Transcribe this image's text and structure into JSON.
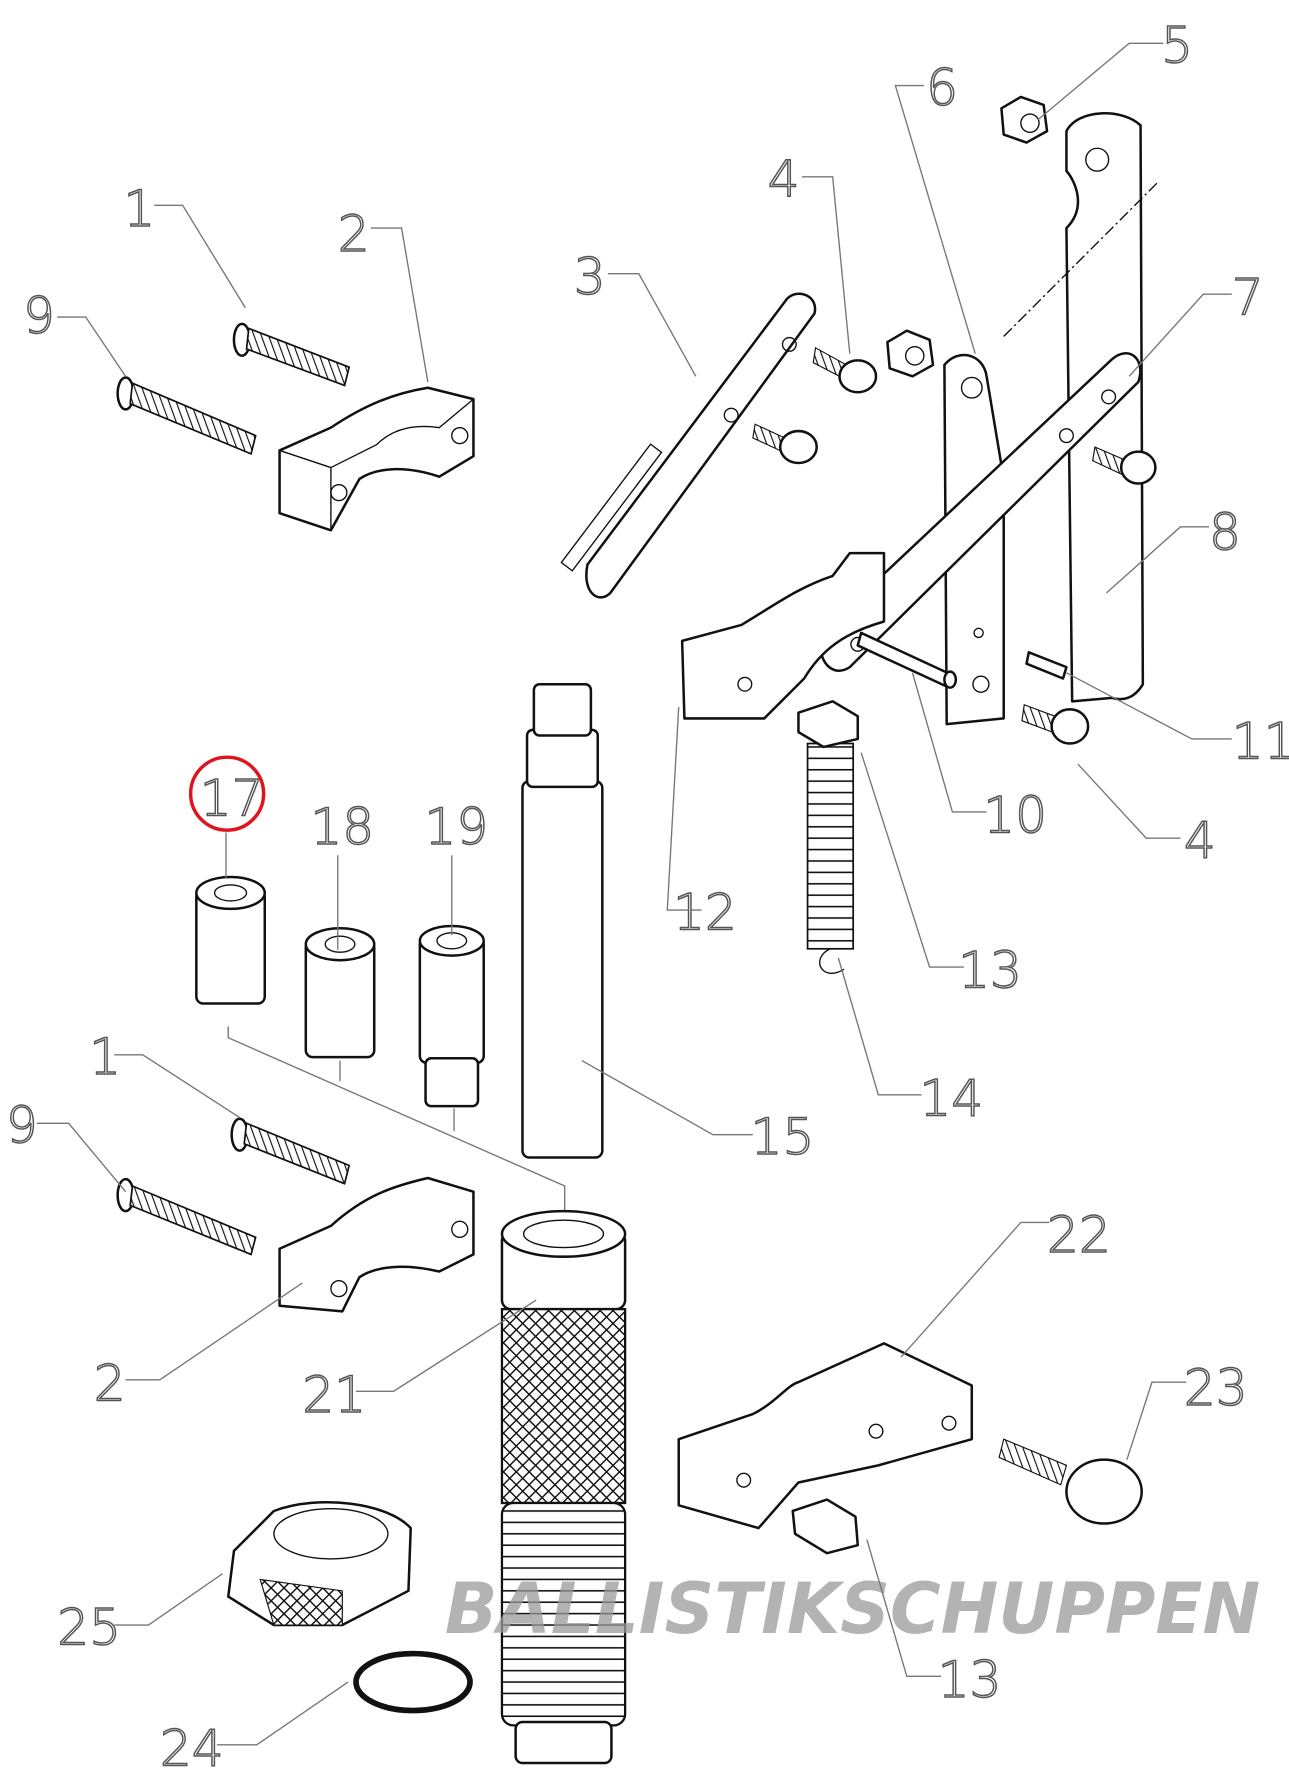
{
  "title": "Exploded parts diagram",
  "watermark": "BALLISTIKSCHUPPEN",
  "highlight_color": "#e0141c",
  "callouts": [
    {
      "id": "c1a",
      "text": "1"
    },
    {
      "id": "c2a",
      "text": "2"
    },
    {
      "id": "c9a",
      "text": "9"
    },
    {
      "id": "c3",
      "text": "3"
    },
    {
      "id": "c4a",
      "text": "4"
    },
    {
      "id": "c5",
      "text": "5"
    },
    {
      "id": "c6",
      "text": "6"
    },
    {
      "id": "c7",
      "text": "7"
    },
    {
      "id": "c8",
      "text": "8"
    },
    {
      "id": "c11",
      "text": "11"
    },
    {
      "id": "c4b",
      "text": "4"
    },
    {
      "id": "c10",
      "text": "10"
    },
    {
      "id": "c12",
      "text": "12"
    },
    {
      "id": "c13a",
      "text": "13"
    },
    {
      "id": "c14",
      "text": "14"
    },
    {
      "id": "c15",
      "text": "15"
    },
    {
      "id": "c17",
      "text": "17",
      "highlighted": true
    },
    {
      "id": "c18",
      "text": "18"
    },
    {
      "id": "c19",
      "text": "19"
    },
    {
      "id": "c1b",
      "text": "1"
    },
    {
      "id": "c9b",
      "text": "9"
    },
    {
      "id": "c2b",
      "text": "2"
    },
    {
      "id": "c21",
      "text": "21"
    },
    {
      "id": "c22",
      "text": "22"
    },
    {
      "id": "c23",
      "text": "23"
    },
    {
      "id": "c13b",
      "text": "13"
    },
    {
      "id": "c25",
      "text": "25"
    },
    {
      "id": "c24",
      "text": "24"
    }
  ]
}
